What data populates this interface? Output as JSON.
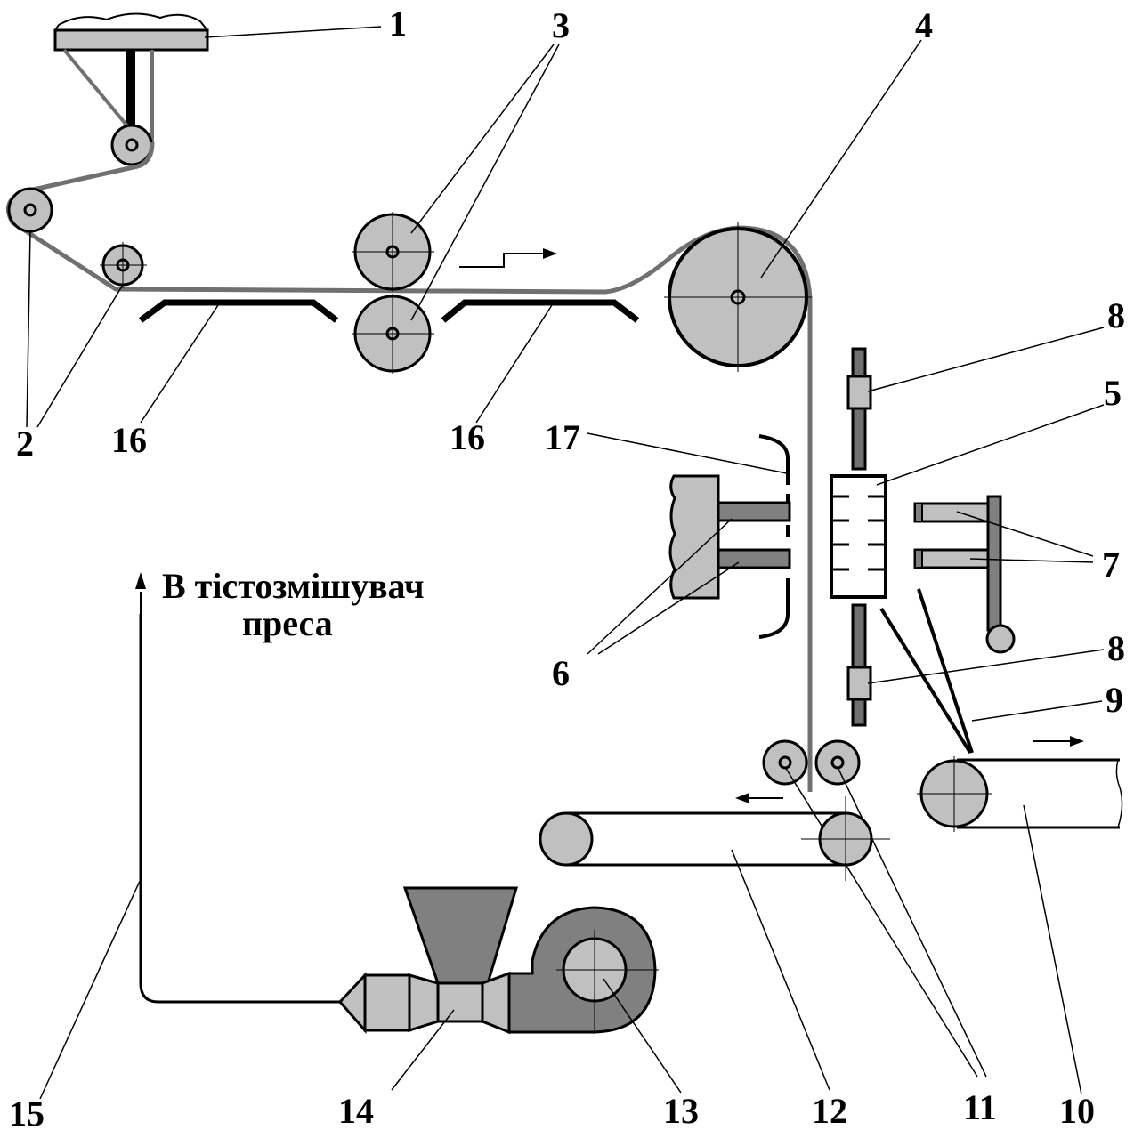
{
  "caption": {
    "line1": "В тістозмішувач",
    "line2": "преса"
  },
  "labels": {
    "n1": "1",
    "n2": "2",
    "n3": "3",
    "n4": "4",
    "n5": "5",
    "n6": "6",
    "n7": "7",
    "n8a": "8",
    "n8b": "8",
    "n9": "9",
    "n10": "10",
    "n11": "11",
    "n12": "12",
    "n13": "13",
    "n14": "14",
    "n15": "15",
    "n16a": "16",
    "n16b": "16",
    "n17": "17"
  },
  "colors": {
    "part_fill": "#c0c0c0",
    "dark_fill": "#808080",
    "strip": "#707070",
    "stroke": "#000000"
  }
}
